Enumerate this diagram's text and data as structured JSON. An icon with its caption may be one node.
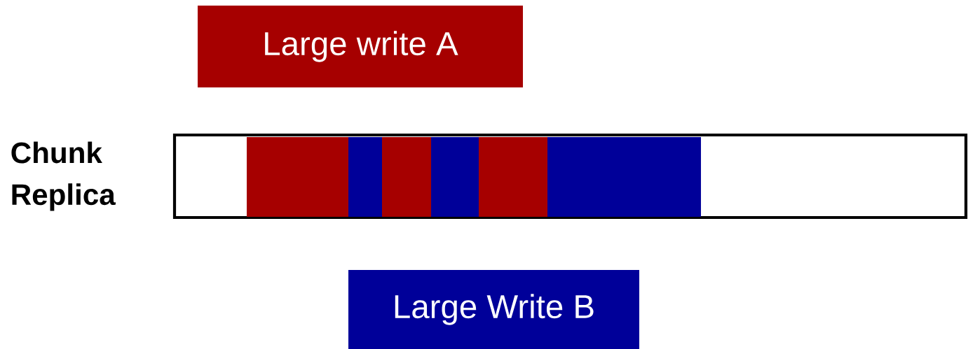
{
  "diagram": {
    "nodes": [
      {
        "text": [
          "Large write A"
        ]
      },
      {
        "text": [
          "Large Write B"
        ]
      },
      {
        "text": [
          "Chunk Replica"
        ]
      }
    ]
  }
}
